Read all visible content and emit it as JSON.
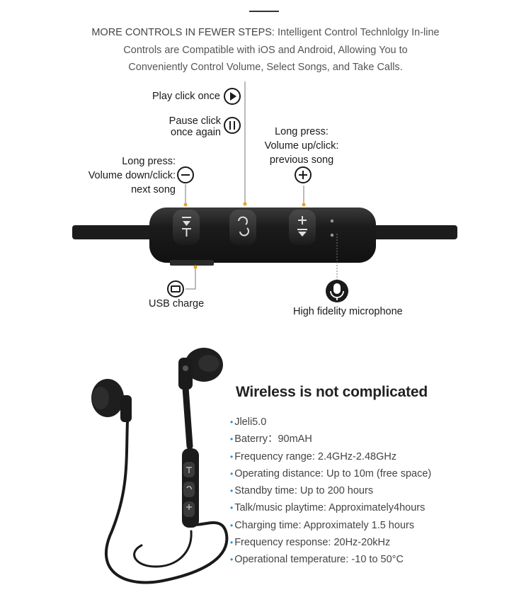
{
  "intro": {
    "lead": "MORE CONTROLS IN FEWER STEPS:",
    "rest_line1": " Intelligent Control Technlolgy In-line",
    "line2": "Controls are Compatible with iOS and Android, Allowing You to",
    "line3": "Conveniently Control Volume, Select Songs, and Take Calls."
  },
  "callouts": {
    "play": "Play click once",
    "pause_line1": "Pause click",
    "pause_line2": "once again",
    "volup_line1": "Long press:",
    "volup_line2": "Volume up/click:",
    "volup_line3": "previous song",
    "voldown_line1": "Long press:",
    "voldown_line2": "Volume down/click:",
    "voldown_line3": "next song",
    "usb": "USB charge",
    "mic": "High fidelity microphone"
  },
  "icons": {
    "play": "play-icon",
    "pause": "pause-icon",
    "plus": "plus-icon",
    "minus": "minus-icon",
    "usb": "usb-port-icon",
    "mic": "microphone-icon"
  },
  "colors": {
    "accent_dot": "#f0a020",
    "bullet": "#1e8fd6",
    "device": "#1b1b1b"
  },
  "product": {
    "title": "Wireless is not complicated",
    "specs": [
      "Jleli5.0",
      "Baterry：90mAH",
      "Frequency range: 2.4GHz-2.48GHz",
      "Operating distance: Up to 10m (free space)",
      "Standby time: Up to 200 hours",
      "Talk/music playtime: Approximately4hours",
      "Charging time: Approximately 1.5 hours",
      "Frequency response: 20Hz-20kHz",
      "Operational temperature: -10 to 50°C"
    ]
  }
}
